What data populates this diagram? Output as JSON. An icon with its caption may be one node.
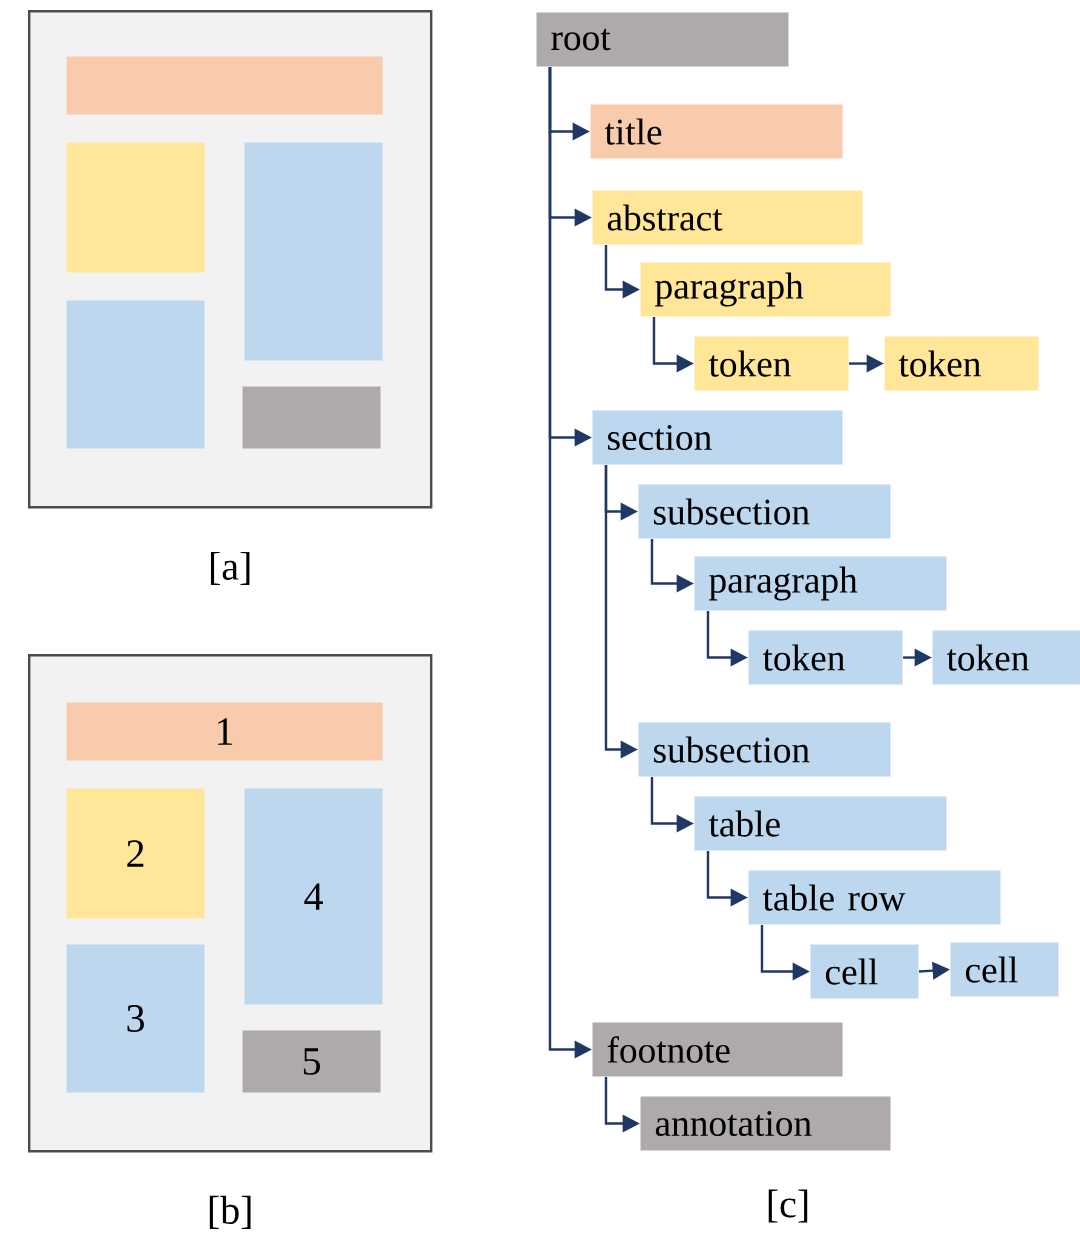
{
  "diagram": {
    "nodes": [
      {
        "text": [],
        "shape": "box",
        "beside": [
          "[a]"
        ]
      },
      {
        "text": [],
        "shape": "box",
        "in": 0
      },
      {
        "text": [],
        "shape": "box",
        "in": 0
      },
      {
        "text": [],
        "shape": "box",
        "in": 0
      },
      {
        "text": [],
        "shape": "box",
        "in": 0
      },
      {
        "text": [],
        "shape": "box",
        "in": 0
      },
      {
        "text": [],
        "shape": "box",
        "beside": [
          "[b]"
        ]
      },
      {
        "text": [
          "1"
        ],
        "in": 6
      },
      {
        "text": [
          "2"
        ],
        "in": 6
      },
      {
        "text": [
          "3"
        ],
        "in": 6
      },
      {
        "text": [
          "4"
        ],
        "in": 6
      },
      {
        "text": [
          "5"
        ],
        "in": 6
      },
      {
        "text": [
          "root"
        ]
      },
      {
        "text": [
          "title"
        ]
      },
      {
        "text": [
          "abstract"
        ]
      },
      {
        "text": [
          "paragraph"
        ]
      },
      {
        "text": [
          "token"
        ]
      },
      {
        "text": [
          "token"
        ]
      },
      {
        "text": [
          "section"
        ]
      },
      {
        "text": [
          "subsection"
        ]
      },
      {
        "text": [
          "paragraph"
        ]
      },
      {
        "text": [
          "token"
        ]
      },
      {
        "text": [
          "token"
        ]
      },
      {
        "text": [
          "subsection"
        ]
      },
      {
        "text": [
          "table"
        ]
      },
      {
        "text": [
          "table row"
        ]
      },
      {
        "text": [
          "cell"
        ]
      },
      {
        "text": [
          "cell"
        ]
      },
      {
        "text": [
          "footnote"
        ]
      },
      {
        "text": [
          "annotation"
        ]
      }
    ],
    "edges": [
      {
        "from": 12,
        "to": 13,
        "arrow": "to"
      },
      {
        "from": 12,
        "to": 14,
        "arrow": "to"
      },
      {
        "from": 12,
        "to": 18,
        "arrow": "to"
      },
      {
        "from": 12,
        "to": 28,
        "arrow": "to"
      },
      {
        "from": 14,
        "to": 15,
        "arrow": "to"
      },
      {
        "from": 15,
        "to": 16,
        "arrow": "to"
      },
      {
        "from": 16,
        "to": 17,
        "arrow": "to"
      },
      {
        "from": 18,
        "to": 19,
        "arrow": "to"
      },
      {
        "from": 18,
        "to": 23,
        "arrow": "to"
      },
      {
        "from": 19,
        "to": 20,
        "arrow": "to"
      },
      {
        "from": 20,
        "to": 21,
        "arrow": "to"
      },
      {
        "from": 21,
        "to": 22,
        "arrow": "to"
      },
      {
        "from": 23,
        "to": 24,
        "arrow": "to"
      },
      {
        "from": 24,
        "to": 25,
        "arrow": "to"
      },
      {
        "from": 25,
        "to": 26,
        "arrow": "to"
      },
      {
        "from": 26,
        "to": 27,
        "arrow": "to"
      },
      {
        "from": 28,
        "to": 29,
        "arrow": "to"
      }
    ],
    "labels": [
      "[c]"
    ]
  }
}
